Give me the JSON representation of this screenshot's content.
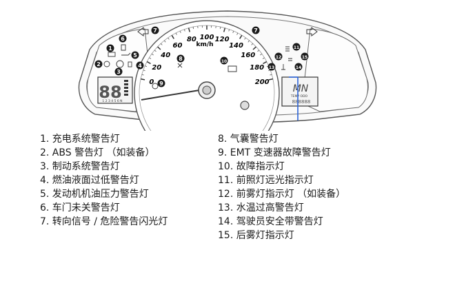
{
  "gauge": {
    "ticks": [
      "0",
      "20",
      "40",
      "60",
      "80",
      "100",
      "120",
      "140",
      "160",
      "180",
      "200"
    ],
    "unit": "km/h",
    "lcd_left_digits": "88",
    "lcd_left_caption": "1 2 3 4 5 6 N",
    "lcd_right_letters": "MN",
    "lcd_right_caption": "TEMP ODO",
    "lcd_right_digits": "888888"
  },
  "callouts": [
    "1",
    "2",
    "3",
    "4",
    "5",
    "6",
    "7",
    "7",
    "8",
    "9",
    "10",
    "11",
    "12",
    "13",
    "14",
    "15"
  ],
  "legend_left": [
    "1. 充电系统警告灯",
    "2. ABS 警告灯 （如装备）",
    "3. 制动系统警告灯",
    "4. 燃油液面过低警告灯",
    "5. 发动机机油压力警告灯",
    "6. 车门未关警告灯",
    "7. 转向信号 / 危险警告闪光灯"
  ],
  "legend_right": [
    "8. 气囊警告灯",
    "9. EMT 变速器故障警告灯",
    "10. 故障指示灯",
    "11. 前照灯远光指示灯",
    "12. 前雾灯指示灯 （如装备）",
    "13. 水温过高警告灯",
    "14. 驾驶员安全带警告灯",
    "15. 后雾灯指示灯"
  ],
  "colors": {
    "line": "#444444",
    "callout_fill": "#1a1a1a",
    "pointer": "#2a63d8"
  }
}
